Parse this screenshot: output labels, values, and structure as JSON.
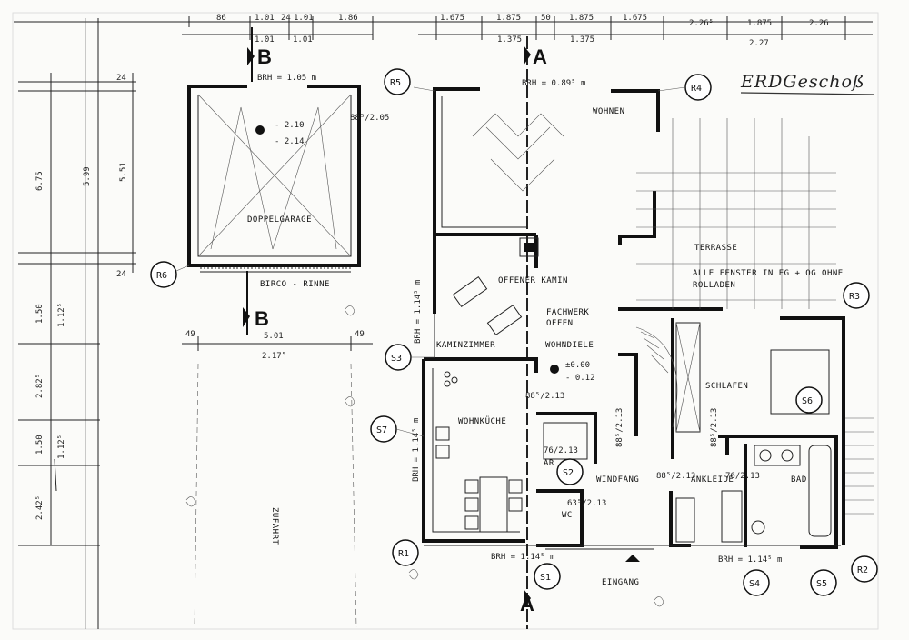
{
  "plan": {
    "title": "ERDGeschoß",
    "dimensions_top": [
      "86",
      "1.01",
      "24",
      "1.01",
      "1.86",
      "1.01",
      "1.01",
      "1.675",
      "1.875",
      "50",
      "1.875",
      "1.675",
      "2.26⁵",
      "1.875",
      "2.26",
      "1.375",
      "1.375",
      "2.27"
    ],
    "dimensions_left": [
      "6.75",
      "5.99",
      "5.51",
      "24",
      "24",
      "1.50",
      "1.12⁵",
      "2.82⁵",
      "1.50",
      "1.12⁵",
      "2.42⁵"
    ],
    "dimensions_garage": [
      "49",
      "5.01",
      "49",
      "2.17⁵"
    ],
    "section_markers": [
      "B",
      "B",
      "A",
      "A"
    ],
    "window_refs": [
      "R1",
      "R2",
      "R3",
      "R4",
      "R5",
      "R6"
    ],
    "door_refs": [
      "S1",
      "S2",
      "S3",
      "S4",
      "S5",
      "S6",
      "S7"
    ],
    "rooms": {
      "garage": "DOPPELGARAGE",
      "gutter": "BIRCO - RINNE",
      "wohnen": "WOHNEN",
      "terrasse": "TERRASSE",
      "fenster_note_1": "ALLE FENSTER IN EG + OG OHNE",
      "fenster_note_2": "ROLLADEN",
      "kamin": "OFFENER KAMIN",
      "fachwerk_1": "FACHWERK",
      "fachwerk_2": "OFFEN",
      "kaminzimmer": "KAMINZIMMER",
      "wohndiele": "WOHNDIELE",
      "wohnkueche": "WOHNKÜCHE",
      "schlafen": "SCHLAFEN",
      "ar": "AR",
      "windfang": "WINDFANG",
      "ankleide": "ANKLEIDE",
      "bad": "BAD",
      "wc": "WC",
      "eingang": "EINGANG",
      "zufahrt": "ZUFAHRT"
    },
    "annotations": {
      "brh_garage": "BRH = 1.05 m",
      "brh_wohnen": "BRH = 0.89⁵ m",
      "brh_kaminzimmer": "BRH = 1.14⁵ m",
      "brh_kueche": "BRH = 1.14⁵ m",
      "brh_r1": "BRH = 1.14⁵ m",
      "brh_s4": "BRH = 1.14⁵ m",
      "garage_door": "88⁵/2.05",
      "garage_level_1": "- 2.10",
      "garage_level_2": "- 2.14",
      "level_1": "±0.00",
      "level_2": "- 0.12",
      "door_kueche": "88⁵/2.13",
      "door_ar": "76/2.13",
      "door_wc": "63⁵/2.13",
      "door_windfang": "88⁵/2.13",
      "door_schlafen": "88⁵/2.13",
      "door_ankleide": "76/2.13",
      "door_bad": "88⁵/2.13"
    }
  },
  "colors": {
    "ink": "#111111",
    "paper": "#fbfbf9"
  }
}
